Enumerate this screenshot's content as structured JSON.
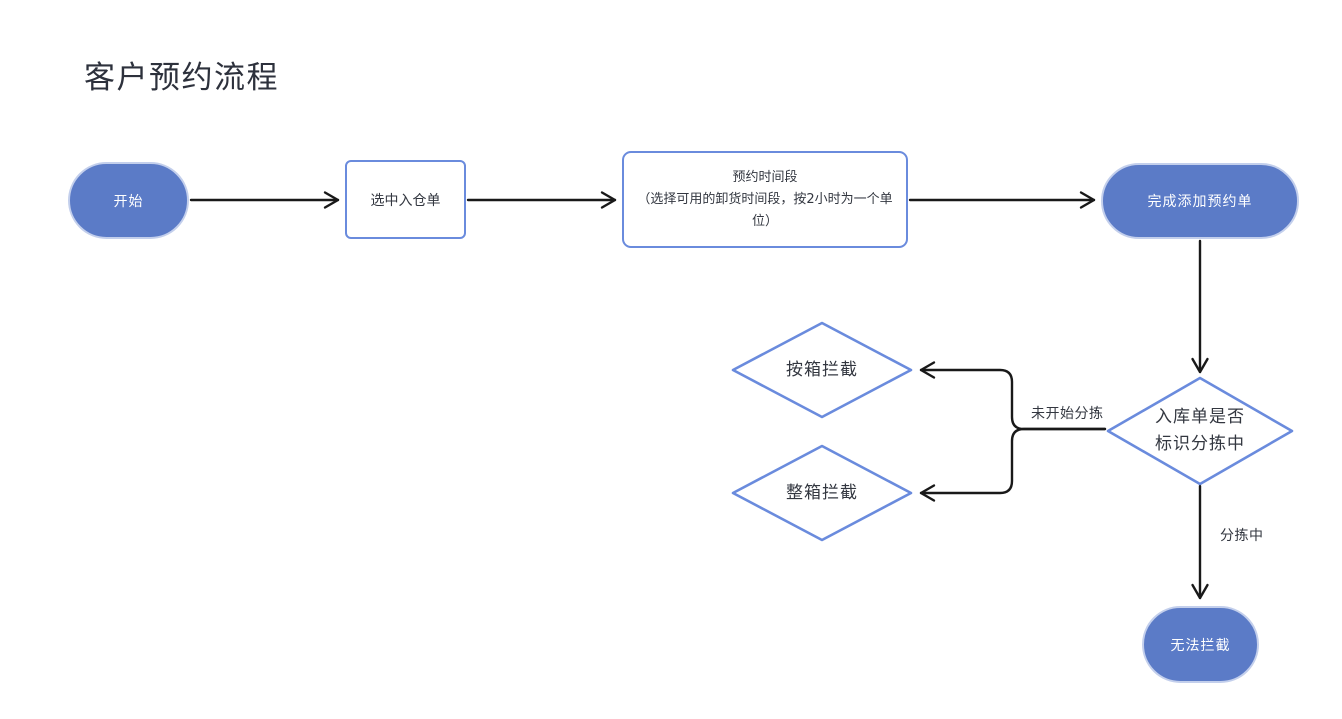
{
  "title": "客户预约流程",
  "colors": {
    "node_fill": "#5b7bc7",
    "node_border": "#6a8bdd",
    "line": "#191919",
    "text_dark": "#333740",
    "text_light": "#ffffff",
    "title_text": "#2d313c"
  },
  "nodes": {
    "start": {
      "type": "terminator",
      "label": "开始"
    },
    "select_inbound_order": {
      "type": "process",
      "label": "选中入仓单"
    },
    "appointment_time_slot": {
      "type": "process",
      "label_line1": "预约时间段",
      "label_line2": "（选择可用的卸货时间段，按2小时为一个单位）"
    },
    "complete_appointment": {
      "type": "terminator",
      "label": "完成添加预约单"
    },
    "decision_sorting": {
      "type": "decision",
      "label_line1": "入库单是否",
      "label_line2": "标识分拣中"
    },
    "intercept_by_box": {
      "type": "decision",
      "label": "按箱拦截"
    },
    "intercept_whole_box": {
      "type": "decision",
      "label": "整箱拦截"
    },
    "cannot_intercept": {
      "type": "terminator",
      "label": "无法拦截"
    }
  },
  "edge_labels": {
    "not_started_sorting": "未开始分拣",
    "sorting_in_progress": "分拣中"
  }
}
